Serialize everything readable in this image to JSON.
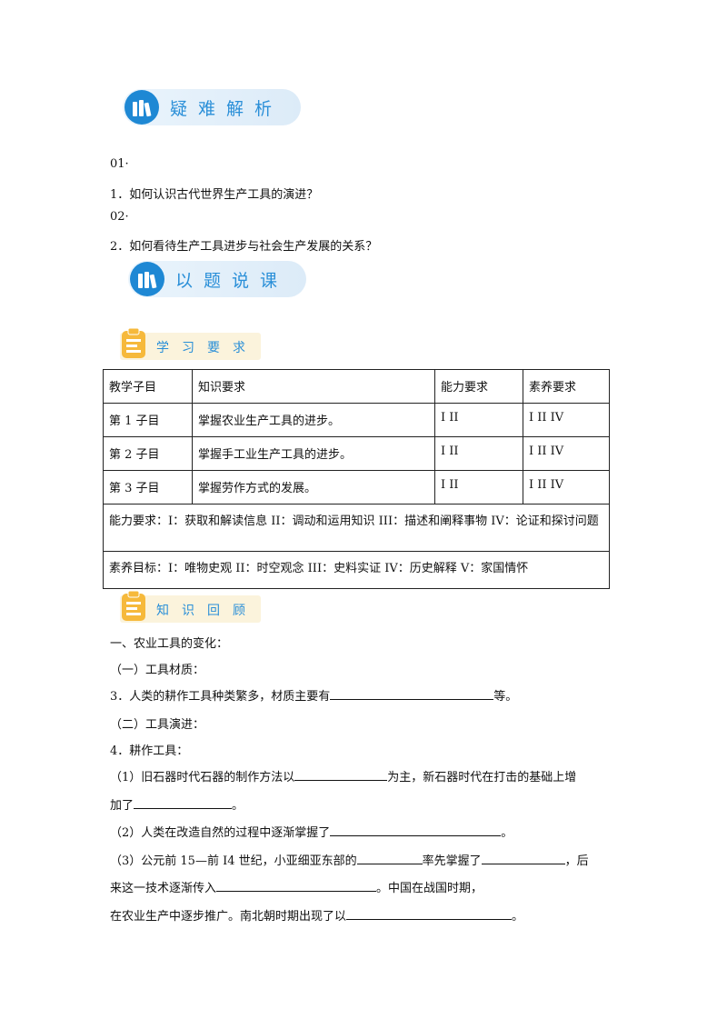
{
  "banner1": {
    "title": "疑难解析"
  },
  "questions": [
    {
      "num": "01·",
      "text": "1．如何认识古代世界生产工具的演进？"
    },
    {
      "num": "02·",
      "text": "2．如何看待生产工具进步与社会生产发展的关系？"
    }
  ],
  "banner2": {
    "title": "以题说课"
  },
  "tag1": {
    "title": "学习要求"
  },
  "table": {
    "headers": [
      "教学子目",
      "知识要求",
      "能力要求",
      "素养要求"
    ],
    "rows": [
      [
        "第 1 子目",
        "掌握农业生产工具的进步。",
        "I II",
        "I II IV"
      ],
      [
        "第 2 子目",
        "掌握手工业生产工具的进步。",
        "I II",
        "I II IV"
      ],
      [
        "第 3 子目",
        "掌握劳作方式的发展。",
        "I II",
        "I II IV"
      ]
    ],
    "ability_note": "能力要求：I：获取和解读信息 II：调动和运用知识 III：描述和阐释事物 IV：论证和探讨问题",
    "literacy_note": "素养目标：I：唯物史观 II：时空观念 III：史料实证 IV：历史解释 V：家国情怀"
  },
  "tag2": {
    "title": "知识回顾"
  },
  "review": {
    "l1": "一、农业工具的变化：",
    "l2": "（一）工具材质：",
    "l3a": "3．人类的耕作工具种类繁多，材质主要有",
    "l3b": "等。",
    "l4": "（二）工具演进：",
    "l5": "4．耕作工具：",
    "l6a": "（1）旧石器时代石器的制作方法以",
    "l6b": "为主，新石器时代在打击的基础上增",
    "l7a": "加了",
    "l7b": "。",
    "l8a": "（2）人类在改造自然的过程中逐渐掌握了",
    "l8b": "。",
    "l9a": "（3）公元前 15—前 I4 世纪，小亚细亚东部的",
    "l9b": "率先掌握了",
    "l9c": "，后",
    "l10a": "来这一技术逐渐传入",
    "l10b": "。中国在战国时期，",
    "l11a": "在农业生产中逐步推广。南北朝时期出现了以",
    "l11b": "。"
  }
}
